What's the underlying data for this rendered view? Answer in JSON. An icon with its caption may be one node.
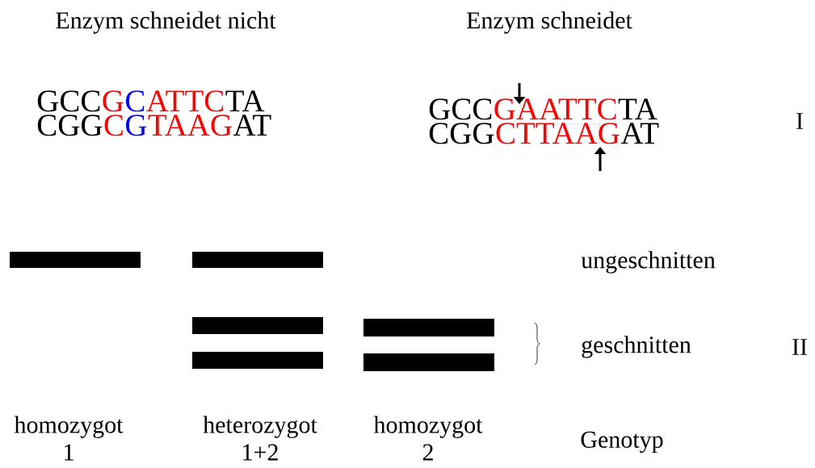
{
  "diagram": {
    "nodes": [
      {
        "text": [],
        "shape": "bar"
      },
      {
        "text": [],
        "shape": "bar"
      },
      {
        "text": [],
        "shape": "bar"
      },
      {
        "text": [],
        "shape": "bar"
      },
      {
        "text": [],
        "shape": "bar"
      },
      {
        "text": [],
        "shape": "bar"
      }
    ],
    "labels": [
      "Enzym schneidet nicht",
      "Enzym schneidet",
      "GCC",
      "G",
      "C",
      "ATTC",
      "TA",
      "CGG",
      "C",
      "G",
      "TAAG",
      "AT",
      "GCC",
      "GAATTC",
      "TA",
      "CGG",
      "CTTAAG",
      "AT",
      "I",
      "ungeschnitten",
      "geschnitten",
      "II",
      "homozygot 1",
      "heterozygot 1+2",
      "homozygot 2",
      "Genotyp"
    ]
  }
}
